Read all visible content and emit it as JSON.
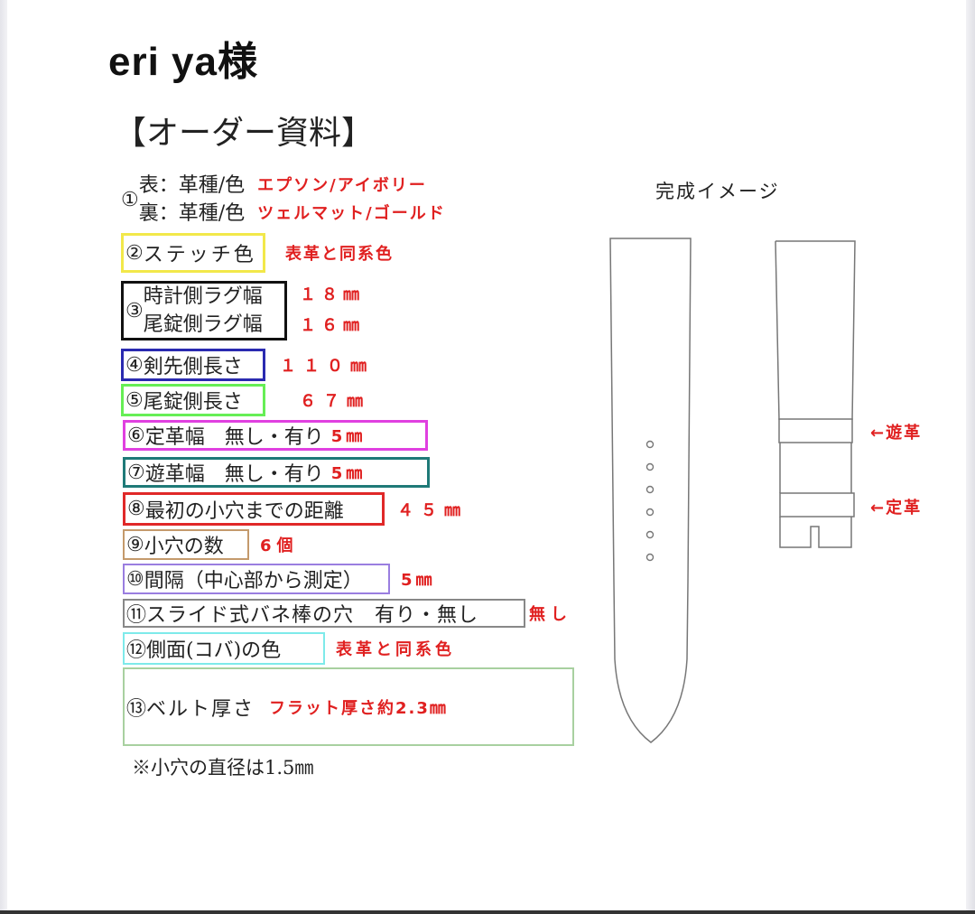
{
  "header": {
    "customer_name": "eri ya様",
    "doc_title": "【オーダー資料】"
  },
  "items": [
    {
      "num": "①",
      "lines": [
        {
          "label": "表：革種/色",
          "value": "エプソン/アイボリー"
        },
        {
          "label": "裏：革種/色",
          "value": "ツェルマット/ゴールド"
        }
      ],
      "border_color": "none"
    },
    {
      "num": "②",
      "label": "ステッチ色",
      "value": "表革と同系色",
      "border_color": "#f2e84a"
    },
    {
      "num": "③",
      "lines": [
        {
          "label": "時計側ラグ幅",
          "value": "１８㎜"
        },
        {
          "label": "尾錠側ラグ幅",
          "value": "１６㎜"
        }
      ],
      "border_color": "#111111"
    },
    {
      "num": "④",
      "label": "剣先側長さ",
      "value": "１１０㎜",
      "border_color": "#2a2ab0"
    },
    {
      "num": "⑤",
      "label": "尾錠側長さ",
      "value": "６７㎜",
      "border_color": "#66ee55"
    },
    {
      "num": "⑥",
      "label": "定革幅　無し・有り",
      "value": "5㎜",
      "border_color": "#e040e0"
    },
    {
      "num": "⑦",
      "label": "遊革幅　無し・有り",
      "value": "5㎜",
      "border_color": "#1f7a78"
    },
    {
      "num": "⑧",
      "label": "最初の小穴までの距離",
      "value": "４５㎜",
      "border_color": "#e02828"
    },
    {
      "num": "⑨",
      "label": "小穴の数",
      "value": "6個",
      "border_color": "#c49a6c"
    },
    {
      "num": "⑩",
      "label": "間隔（中心部から測定）",
      "value": "5㎜",
      "border_color": "#9a7ee0"
    },
    {
      "num": "⑪",
      "label": "スライド式バネ棒の穴　有り・無し",
      "value": "無し",
      "border_color": "#888888"
    },
    {
      "num": "⑫",
      "label": "側面(コバ)の色",
      "value": "表革と同系色",
      "border_color": "#7eeaea"
    },
    {
      "num": "⑬",
      "label": "ベルト厚さ",
      "value": "フラット厚さ約2.3㎜",
      "border_color": "#a8d0a0"
    }
  ],
  "footnote": "※小穴の直径は1.5㎜",
  "image": {
    "title": "完成イメージ",
    "hole_count": 6,
    "labels": {
      "yuukawa": "←遊革",
      "teikawa": "←定革"
    }
  },
  "colors": {
    "accent_red": "#e02020"
  }
}
